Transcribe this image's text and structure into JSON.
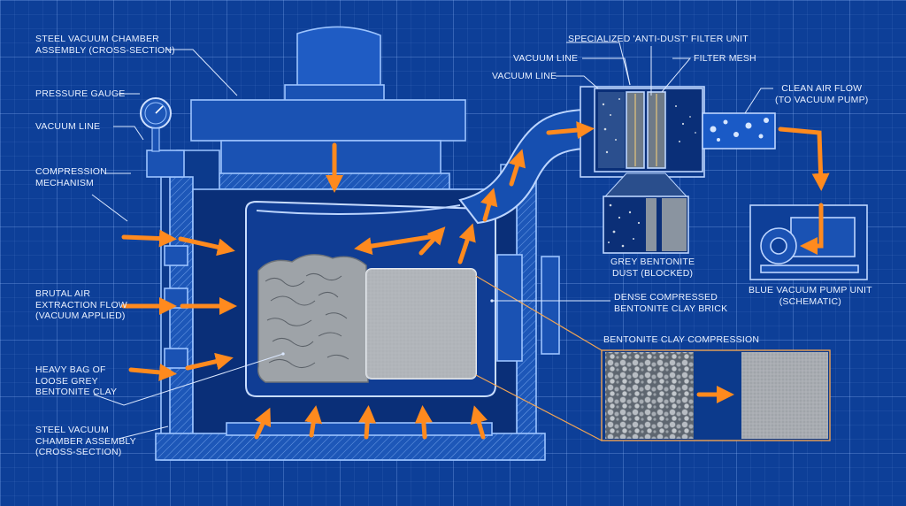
{
  "labels": {
    "chamber_top": "STEEL VACUUM CHAMBER\nASSEMBLY (CROSS-SECTION)",
    "pressure_gauge": "PRESSURE GAUGE",
    "vacuum_line_left": "VACUUM LINE",
    "compression_mechanism": "COMPRESSION\nMECHANISM",
    "brutal_air": "BRUTAL AIR\nEXTRACTION FLOW\n(VACUUM APPLIED)",
    "heavy_bag": "HEAVY BAG OF\nLOOSE GREY\nBENTONITE CLAY",
    "chamber_bottom": "STEEL VACUUM\nCHAMBER ASSEMBLY\n(CROSS-SECTION)",
    "filter_unit": "SPECIALIZED 'ANTI-DUST' FILTER UNIT",
    "vacuum_line_top1": "VACUUM LINE",
    "vacuum_line_top2": "VACUUM LINE",
    "filter_mesh": "FILTER MESH",
    "clean_air": "CLEAN AIR FLOW\n(TO VACUUM PUMP)",
    "dust_blocked": "GREY BENTONITE\nDUST (BLOCKED)",
    "pump_unit": "BLUE VACUUM PUMP UNIT\n(SCHEMATIC)",
    "dense_brick": "DENSE COMPRESSED\nBENTONITE CLAY BRICK",
    "compression_title": "BENTONITE CLAY COMPRESSION"
  },
  "colors": {
    "background": "#0d3f98",
    "line": "#9cc4ff",
    "flow_arrow": "#ff8a1e",
    "clay": "#a9aeb4",
    "brick": "#b9bdc2"
  }
}
